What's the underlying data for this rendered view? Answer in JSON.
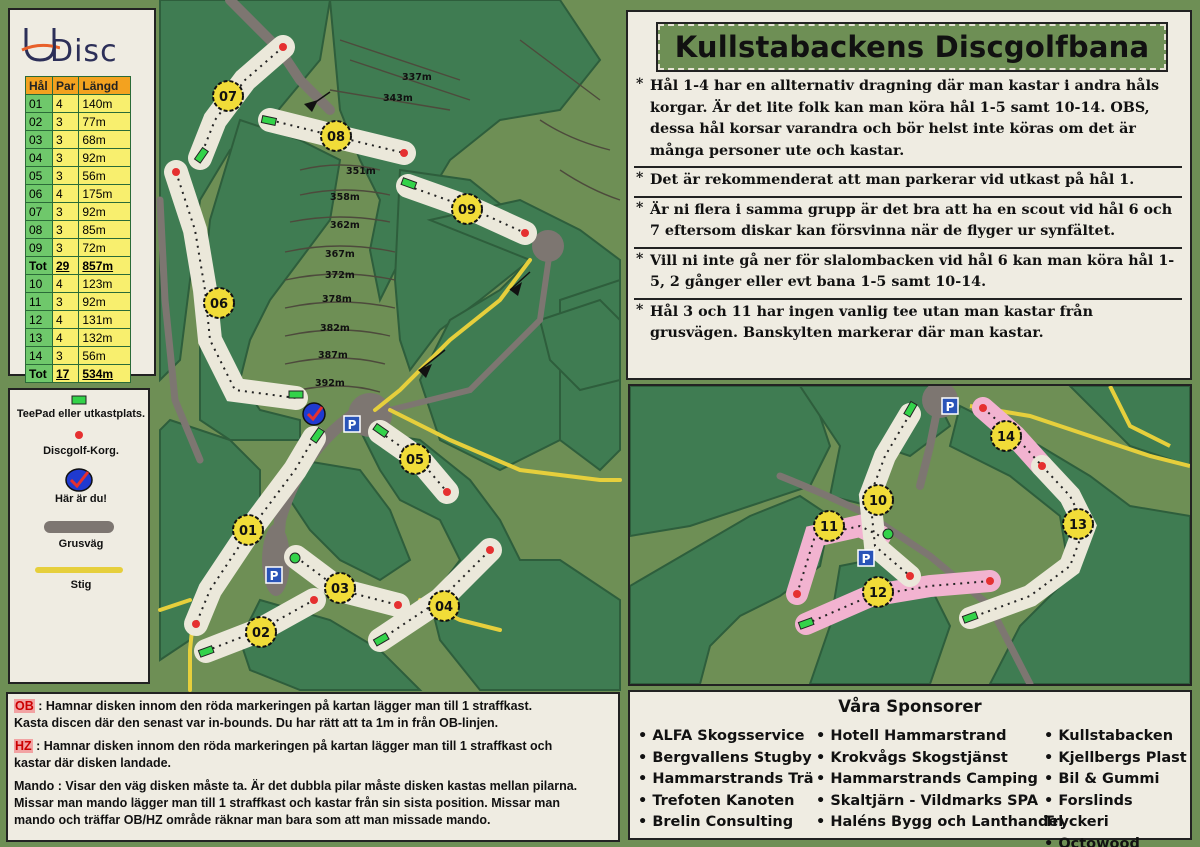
{
  "logo": {
    "text": "Disc",
    "letter_u": "U"
  },
  "table": {
    "headers": [
      "Hål",
      "Par",
      "Längd"
    ],
    "rows": [
      [
        "01",
        "4",
        "140m"
      ],
      [
        "02",
        "3",
        "77m"
      ],
      [
        "03",
        "3",
        "68m"
      ],
      [
        "04",
        "3",
        "92m"
      ],
      [
        "05",
        "3",
        "56m"
      ],
      [
        "06",
        "4",
        "175m"
      ],
      [
        "07",
        "3",
        "92m"
      ],
      [
        "08",
        "3",
        "85m"
      ],
      [
        "09",
        "3",
        "72m"
      ],
      [
        "Tot",
        "29",
        "857m"
      ],
      [
        "10",
        "4",
        "123m"
      ],
      [
        "11",
        "3",
        "92m"
      ],
      [
        "12",
        "4",
        "131m"
      ],
      [
        "13",
        "4",
        "132m"
      ],
      [
        "14",
        "3",
        "56m"
      ],
      [
        "Tot",
        "17",
        "534m"
      ]
    ]
  },
  "legend": {
    "teepad": "TeePad eller utkastplats.",
    "basket": "Discgolf-Korg.",
    "you_are_here": "Här är du!",
    "gravel_road": "Grusväg",
    "path": "Stig"
  },
  "title": "Kullstabackens Discgolfbana",
  "notes": [
    "Hål 1-4 har en allternativ dragning där man kastar i andra håls korgar. Är det lite folk kan man köra hål 1-5 samt 10-14. OBS, dessa hål korsar varandra och bör helst inte köras om det är många personer ute och kastar.",
    "Det är rekommenderat att man parkerar vid utkast på hål 1.",
    "Är ni flera i samma grupp är det bra att ha en scout vid hål 6 och 7 eftersom diskar kan försvinna när de flyger ur synfältet.",
    "Vill ni inte gå ner för slalombacken vid hål 6 kan man köra hål 1-5, 2 gånger eller evt bana 1-5 samt 10-14.",
    "Hål 3 och 11 har ingen vanlig tee utan man kastar från grusvägen. Banskylten markerar där man kastar."
  ],
  "rules": {
    "ob_tag": "OB",
    "ob_text": ": Hamnar disken innom den röda markeringen på kartan lägger man till 1 straffkast.",
    "ob_text2": "Kasta discen där den senast var in-bounds. Du har rätt att ta 1m in från OB-linjen.",
    "hz_tag": "HZ",
    "hz_text": ": Hamnar disken innom den röda markeringen på kartan lägger man till 1 straffkast och",
    "hz_text2": "kastar där disken landade.",
    "mando1": "Mando : Visar den väg disken måste ta. Är det dubbla pilar måste disken kastas mellan pilarna.",
    "mando2": "Missar man mando lägger man till 1 straffkast och kastar från sin sista position. Missar man",
    "mando3": "mando och träffar OB/HZ område räknar man bara som att man missade mando."
  },
  "sponsors": {
    "title": "Våra Sponsorer",
    "col1": [
      "ALFA Skogsservice",
      "Bergvallens Stugby",
      "Hammarstrands Trä",
      "Trefoten Kanoten",
      "Brelin Consulting"
    ],
    "col2": [
      "Hotell Hammarstrand",
      "Krokvågs Skogstjänst",
      "Hammarstrands Camping",
      "Skaltjärn - Vildmarks SPA",
      "Haléns Bygg och Lanthandel"
    ],
    "col3": [
      "Kullstabacken",
      "Kjellbergs Plast",
      "Bil & Gummi",
      "Forslinds Tryckeri",
      "Octowood"
    ]
  },
  "main_map": {
    "holes": [
      "07",
      "08",
      "09",
      "06",
      "05",
      "01",
      "03",
      "02",
      "04"
    ],
    "parking_label": "P",
    "distance_labels": [
      "337m",
      "343m",
      "351m",
      "358m",
      "362m",
      "367m",
      "372m",
      "378m",
      "382m",
      "387m",
      "392m"
    ]
  },
  "inset_map": {
    "holes": [
      "14",
      "10",
      "11",
      "13",
      "12"
    ],
    "parking_label": "P"
  },
  "colors": {
    "forest": "#3f7c52",
    "meadow": "#6e8f55",
    "fairway": "#ebe8da",
    "gravel": "#7d7671",
    "path": "#e6cf3c",
    "basket": "#e53030",
    "tee": "#33d34a",
    "hz": "#f2b3d0"
  }
}
